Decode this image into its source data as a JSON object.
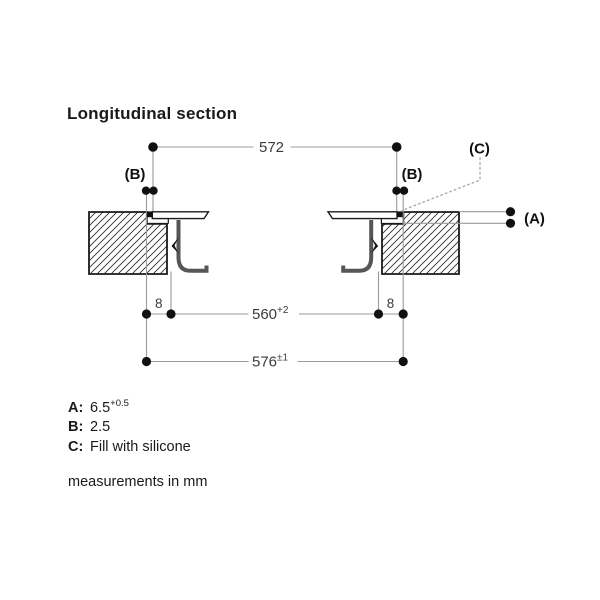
{
  "title": "Longitudinal section",
  "diagram": {
    "dim_top": {
      "value": "572",
      "sup": ""
    },
    "dim_mid": {
      "value": "560",
      "sup": "+2"
    },
    "dim_bottom": {
      "value": "576",
      "sup": "±1"
    },
    "dim_ledge_left": "8",
    "dim_ledge_right": "8",
    "label_a": "(A)",
    "label_b_left": "(B)",
    "label_b_right": "(B)",
    "label_c": "(C)"
  },
  "legend": {
    "items": [
      {
        "key": "A:",
        "value": "6.5",
        "sup": "+0.5"
      },
      {
        "key": "B:",
        "value": "2.5",
        "sup": ""
      },
      {
        "key": "C:",
        "value": "Fill with silicone",
        "sup": ""
      }
    ]
  },
  "note": "measurements in mm",
  "colors": {
    "background": "#ffffff",
    "ink": "#1a1a1a",
    "dimension_text": "#3c3c3c",
    "dimension_line": "#9b9b9b",
    "metal_profile": "#565656",
    "leader_dotted": "#ababab"
  }
}
